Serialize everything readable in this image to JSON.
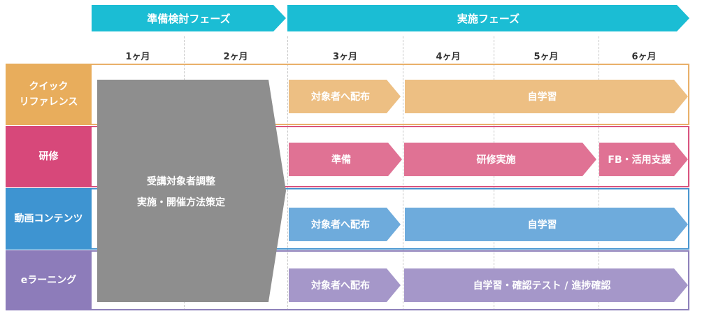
{
  "phases": [
    {
      "label": "準備検討フェーズ"
    },
    {
      "label": "実施フェーズ"
    }
  ],
  "months": [
    "1ヶ月",
    "2ヶ月",
    "3ヶ月",
    "4ヶ月",
    "5ヶ月",
    "6ヶ月"
  ],
  "rows": [
    {
      "label_lines": [
        "クイック",
        "リファレンス"
      ],
      "color": "#e8ad5c",
      "border": "#e9b06a",
      "tasks": [
        {
          "label": "対象者へ配布",
          "color": "#edbf83"
        },
        {
          "label": "自学習",
          "color": "#edbf83"
        }
      ]
    },
    {
      "label_lines": [
        "研修"
      ],
      "color": "#d7487a",
      "border": "#d9537f",
      "tasks": [
        {
          "label": "準備",
          "color": "#e07294"
        },
        {
          "label": "研修実施",
          "color": "#e07294"
        },
        {
          "label": "FB・活用支援",
          "color": "#e07294"
        }
      ]
    },
    {
      "label_lines": [
        "動画コンテンツ"
      ],
      "color": "#3e94d1",
      "border": "#4a96d0",
      "tasks": [
        {
          "label": "対象者へ配布",
          "color": "#6eabdc"
        },
        {
          "label": "自学習",
          "color": "#6eabdc"
        }
      ]
    },
    {
      "label_lines": [
        "eラーニング"
      ],
      "color": "#8d7cba",
      "border": "#8e81ba",
      "tasks": [
        {
          "label": "対象者へ配布",
          "color": "#a597c9"
        },
        {
          "label": "自学習・確認テスト / 進捗確認",
          "color": "#a597c9"
        }
      ]
    }
  ],
  "prep_block": {
    "lines": [
      "受講対象者調整",
      "実施・開催方法策定"
    ],
    "color": "#8e8e8e"
  }
}
